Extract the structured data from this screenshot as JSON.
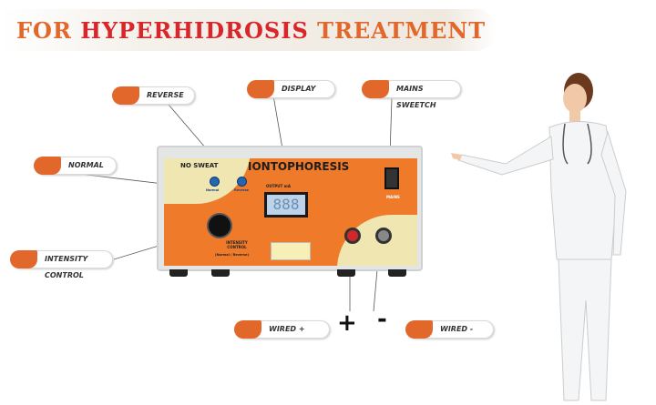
{
  "title": {
    "part1": "FOR ",
    "part2": "HYPERHIDROSIS",
    "part3": " TREATMENT"
  },
  "callouts": {
    "reverse": "REVERSE",
    "display": "DISPLAY",
    "mains": "MAINS SWEETCH",
    "normal": "NORMAL",
    "intensity": "INTENSITY CONTROL",
    "wired_plus": "WIRED +",
    "wired_minus": "WIRED -"
  },
  "device": {
    "brand": "NO SWEAT",
    "name": "IONTOPHORESIS",
    "display_value": "888",
    "display_label": "OUTPUT mA",
    "normal": "Normal",
    "reverse": "Reverse",
    "knob_label": "INTENSITY CONTROL",
    "knob_sub": "(Normal / Reverse)",
    "mains": "MAINS"
  },
  "signs": {
    "plus": "+",
    "minus": "-"
  },
  "colors": {
    "accent": "#e2672a",
    "title_red": "#d8262a",
    "panel": "#ee7a2a",
    "cream": "#efe6b2"
  }
}
